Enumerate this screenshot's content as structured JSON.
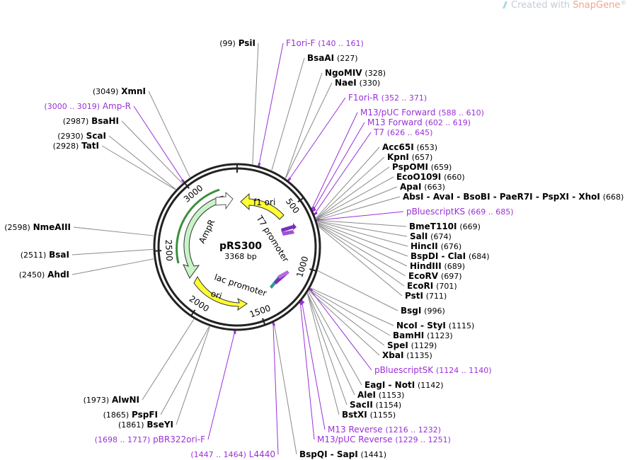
{
  "watermark": {
    "prefix": "Created with ",
    "brand": "SnapGene",
    "reg": "®"
  },
  "plasmid": {
    "name": "pRS300",
    "length_label": "3368 bp",
    "length": 3368
  },
  "ticks": [
    "500",
    "1000",
    "1500",
    "2000",
    "2500",
    "3000"
  ],
  "features": {
    "f1_ori": "f1 ori",
    "t7_promoter": "T7 promoter",
    "ampr": "AmpR",
    "lac_promoter": "lac promoter",
    "ori": "ori"
  },
  "labels": [
    {
      "id": "psti-top",
      "type": "enzyme",
      "name": "PsiI",
      "pos": "(99)",
      "side": "L"
    },
    {
      "id": "f1ori-f",
      "type": "primer",
      "name": "F1ori-F",
      "pos": "(140 .. 161)",
      "side": "R"
    },
    {
      "id": "bsaai",
      "type": "enzyme",
      "name": "BsaAI",
      "pos": "(227)",
      "side": "R"
    },
    {
      "id": "ngomiv",
      "type": "enzyme",
      "name": "NgoMIV",
      "pos": "(328)",
      "side": "R"
    },
    {
      "id": "naei",
      "type": "enzyme",
      "name": "NaeI",
      "pos": "(330)",
      "side": "R"
    },
    {
      "id": "f1ori-r",
      "type": "primer",
      "name": "F1ori-R",
      "pos": "(352 .. 371)",
      "side": "R"
    },
    {
      "id": "m13puc-fwd",
      "type": "primer",
      "name": "M13/pUC Forward",
      "pos": "(588 .. 610)",
      "side": "R"
    },
    {
      "id": "m13-fwd",
      "type": "primer",
      "name": "M13 Forward",
      "pos": "(602 .. 619)",
      "side": "R"
    },
    {
      "id": "t7",
      "type": "primer",
      "name": "T7",
      "pos": "(626 .. 645)",
      "side": "R"
    },
    {
      "id": "acc65i",
      "type": "enzyme",
      "name": "Acc65I",
      "pos": "(653)",
      "side": "R"
    },
    {
      "id": "kpni",
      "type": "enzyme",
      "name": "KpnI",
      "pos": "(657)",
      "side": "R"
    },
    {
      "id": "pspomi",
      "type": "enzyme",
      "name": "PspOMI",
      "pos": "(659)",
      "side": "R"
    },
    {
      "id": "ecoo109i",
      "type": "enzyme",
      "name": "EcoO109I",
      "pos": "(660)",
      "side": "R"
    },
    {
      "id": "apai",
      "type": "enzyme",
      "name": "ApaI",
      "pos": "(663)",
      "side": "R"
    },
    {
      "id": "absi",
      "type": "enzyme",
      "name": "AbsI  -  AvaI  -  BsoBI  -  PaeR7I  -  PspXI  -  XhoI",
      "pos": "(668)",
      "side": "R"
    },
    {
      "id": "pbks",
      "type": "primer",
      "name": "pBluescriptKS",
      "pos": "(669 .. 685)",
      "side": "R"
    },
    {
      "id": "bmet110i",
      "type": "enzyme",
      "name": "BmeT110I",
      "pos": "(669)",
      "side": "R"
    },
    {
      "id": "sali",
      "type": "enzyme",
      "name": "SalI",
      "pos": "(674)",
      "side": "R"
    },
    {
      "id": "hincii",
      "type": "enzyme",
      "name": "HincII",
      "pos": "(676)",
      "side": "R"
    },
    {
      "id": "bspdi",
      "type": "enzyme",
      "name": "BspDI  -  ClaI",
      "pos": "(684)",
      "side": "R"
    },
    {
      "id": "hindiii",
      "type": "enzyme",
      "name": "HindIII",
      "pos": "(689)",
      "side": "R"
    },
    {
      "id": "ecorv",
      "type": "enzyme",
      "name": "EcoRV",
      "pos": "(697)",
      "side": "R"
    },
    {
      "id": "ecori",
      "type": "enzyme",
      "name": "EcoRI",
      "pos": "(701)",
      "side": "R"
    },
    {
      "id": "psti",
      "type": "enzyme",
      "name": "PstI",
      "pos": "(711)",
      "side": "R"
    },
    {
      "id": "bsgi",
      "type": "enzyme",
      "name": "BsgI",
      "pos": "(996)",
      "side": "R"
    },
    {
      "id": "ncoi",
      "type": "enzyme",
      "name": "NcoI  -  StyI",
      "pos": "(1115)",
      "side": "R"
    },
    {
      "id": "bamhi",
      "type": "enzyme",
      "name": "BamHI",
      "pos": "(1123)",
      "side": "R"
    },
    {
      "id": "spei",
      "type": "enzyme",
      "name": "SpeI",
      "pos": "(1129)",
      "side": "R"
    },
    {
      "id": "xbai",
      "type": "enzyme",
      "name": "XbaI",
      "pos": "(1135)",
      "side": "R"
    },
    {
      "id": "pbsk",
      "type": "primer",
      "name": "pBluescriptSK",
      "pos": "(1124 .. 1140)",
      "side": "R"
    },
    {
      "id": "eagi",
      "type": "enzyme",
      "name": "EagI  -  NotI",
      "pos": "(1142)",
      "side": "R"
    },
    {
      "id": "alei",
      "type": "enzyme",
      "name": "AleI",
      "pos": "(1153)",
      "side": "R"
    },
    {
      "id": "sacii",
      "type": "enzyme",
      "name": "SacII",
      "pos": "(1154)",
      "side": "R"
    },
    {
      "id": "bstxi",
      "type": "enzyme",
      "name": "BstXI",
      "pos": "(1155)",
      "side": "R"
    },
    {
      "id": "m13-rev",
      "type": "primer",
      "name": "M13 Reverse",
      "pos": "(1216 .. 1232)",
      "side": "R"
    },
    {
      "id": "m13puc-rev",
      "type": "primer",
      "name": "M13/pUC Reverse",
      "pos": "(1229 .. 1251)",
      "side": "R"
    },
    {
      "id": "bspqi",
      "type": "enzyme",
      "name": "BspQI  -  SapI",
      "pos": "(1441)",
      "side": "R"
    },
    {
      "id": "l4440",
      "type": "primer",
      "name": "L4440",
      "pos": "(1447 .. 1464)",
      "side": "L"
    },
    {
      "id": "pbr322",
      "type": "primer",
      "name": "pBR322ori-F",
      "pos": "(1698 .. 1717)",
      "side": "L"
    },
    {
      "id": "bseyi",
      "type": "enzyme",
      "name": "BseYI",
      "pos": "(1861)",
      "side": "L"
    },
    {
      "id": "pspfi",
      "type": "enzyme",
      "name": "PspFI",
      "pos": "(1865)",
      "side": "L"
    },
    {
      "id": "alwni",
      "type": "enzyme",
      "name": "AlwNI",
      "pos": "(1973)",
      "side": "L"
    },
    {
      "id": "ahdi",
      "type": "enzyme",
      "name": "AhdI",
      "pos": "(2450)",
      "side": "L"
    },
    {
      "id": "bsai",
      "type": "enzyme",
      "name": "BsaI",
      "pos": "(2511)",
      "side": "L"
    },
    {
      "id": "nmeaiii",
      "type": "enzyme",
      "name": "NmeAIII",
      "pos": "(2598)",
      "side": "L"
    },
    {
      "id": "tati",
      "type": "enzyme",
      "name": "TatI",
      "pos": "(2928)",
      "side": "L"
    },
    {
      "id": "scai",
      "type": "enzyme",
      "name": "ScaI",
      "pos": "(2930)",
      "side": "L"
    },
    {
      "id": "bsahi",
      "type": "enzyme",
      "name": "BsaHI",
      "pos": "(2987)",
      "side": "L"
    },
    {
      "id": "amp-r",
      "type": "primer",
      "name": "Amp-R",
      "pos": "(3000 .. 3019)",
      "side": "L"
    },
    {
      "id": "xmni",
      "type": "enzyme",
      "name": "XmnI",
      "pos": "(3049)",
      "side": "L"
    }
  ]
}
